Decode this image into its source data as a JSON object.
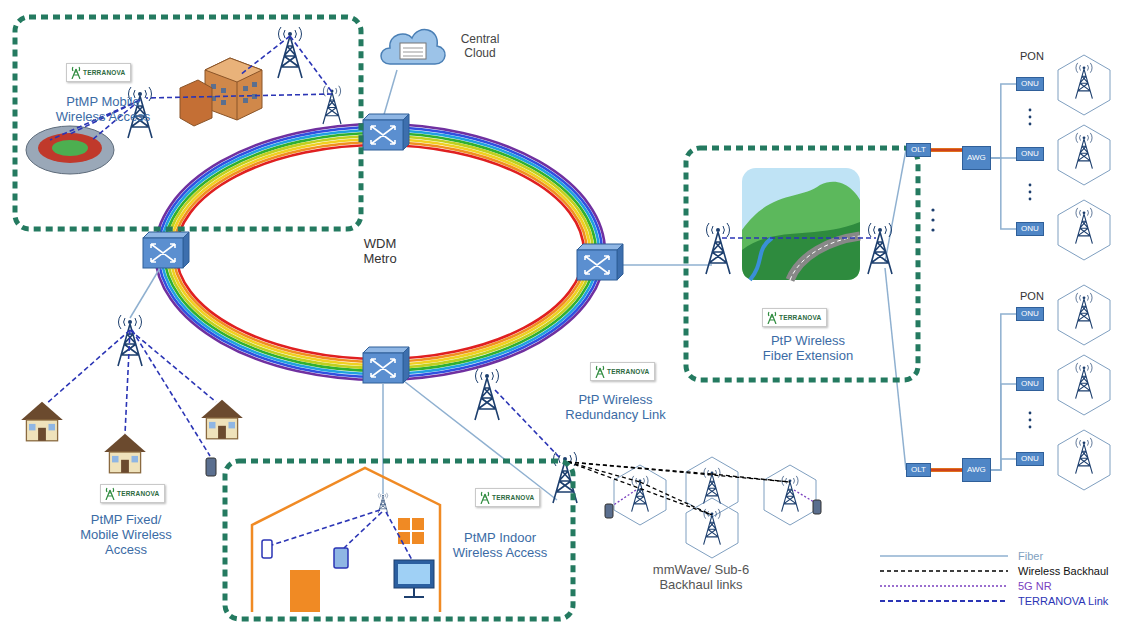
{
  "diagram": {
    "nodes": [
      {
        "text": [
          "TERRANOVA",
          "PtMP Mobile Wireless Access"
        ]
      },
      {
        "text": [
          "Central Cloud"
        ]
      },
      {
        "text": [
          "TERRANOVA",
          "PtP Wireless Fiber Extension"
        ]
      },
      {
        "text": [
          "OLT"
        ]
      },
      {
        "text": [
          "AWG"
        ]
      },
      {
        "text": [
          "ONU"
        ]
      },
      {
        "text": [
          "ONU"
        ]
      },
      {
        "text": [
          "ONU"
        ]
      },
      {
        "text": [
          "OLT"
        ]
      },
      {
        "text": [
          "AWG"
        ]
      },
      {
        "text": [
          "ONU"
        ]
      },
      {
        "text": [
          "ONU"
        ]
      },
      {
        "text": [
          "ONU"
        ]
      },
      {
        "text": [
          "TERRANOVA",
          "PtMP Indoor Wireless Access"
        ]
      }
    ],
    "edges": [
      {
        "from": 3,
        "to": 4,
        "arrow": "none"
      },
      {
        "from": 4,
        "to": 5,
        "arrow": "none"
      },
      {
        "from": 4,
        "to": 6,
        "arrow": "none"
      },
      {
        "from": 4,
        "to": 7,
        "arrow": "none"
      },
      {
        "from": 8,
        "to": 9,
        "arrow": "none"
      },
      {
        "from": 9,
        "to": 10,
        "arrow": "none"
      },
      {
        "from": 9,
        "to": 11,
        "arrow": "none"
      },
      {
        "from": 9,
        "to": 12,
        "arrow": "none"
      }
    ],
    "labels": [
      "WDM Metro",
      "PON",
      "PON",
      "TERRANOVA",
      "PtP Wireless Redundancy Link",
      "TERRANOVA",
      "PtMP Fixed/ Mobile Wireless Access",
      "mmWave/ Sub-6 Backhaul links"
    ],
    "legend": [
      {
        "text": "Fiber"
      },
      {
        "text": "Wireless Backhaul"
      },
      {
        "text": "5G NR"
      },
      {
        "text": "TERRANOVA Link"
      }
    ]
  }
}
